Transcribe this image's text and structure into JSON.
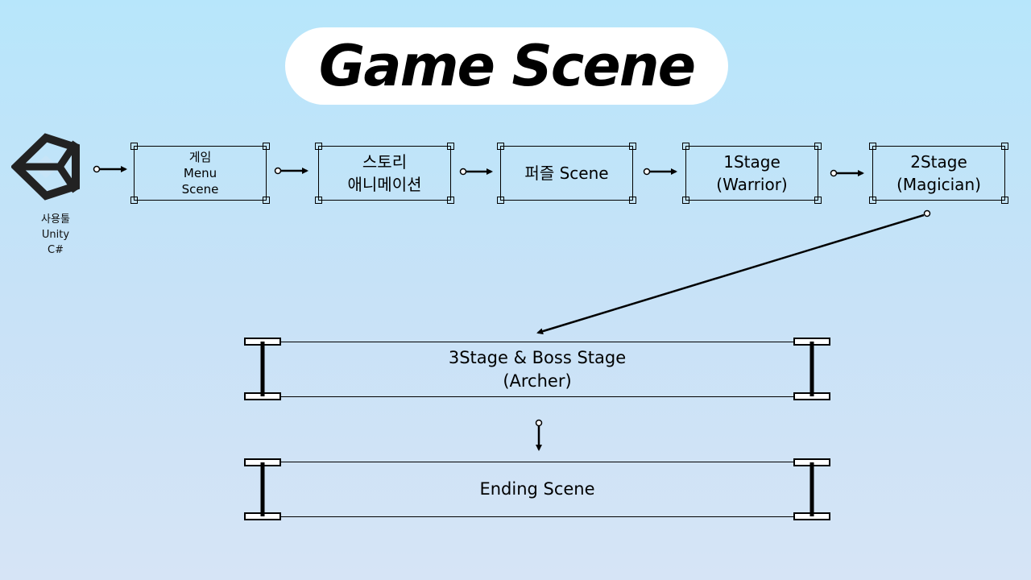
{
  "title": "Game Scene",
  "tool": {
    "icon": "unity-logo-icon",
    "lines": [
      "사용툴",
      "Unity",
      "C#"
    ]
  },
  "nodes": [
    {
      "lines": [
        "게임",
        "Menu",
        "Scene"
      ]
    },
    {
      "lines": [
        "스토리",
        "애니메이션"
      ]
    },
    {
      "lines": [
        "퍼즐 Scene"
      ]
    },
    {
      "lines": [
        "1Stage",
        "(Warrior)"
      ]
    },
    {
      "lines": [
        "2Stage",
        "(Magician)"
      ]
    }
  ],
  "wide_nodes": [
    {
      "lines": [
        "3Stage & Boss Stage",
        "(Archer)"
      ]
    },
    {
      "lines": [
        "Ending Scene"
      ]
    }
  ],
  "colors": {
    "background_top": "#b7e6fb",
    "background_bottom": "#d6e4f6",
    "line": "#000000",
    "title_badge": "#ffffff"
  }
}
